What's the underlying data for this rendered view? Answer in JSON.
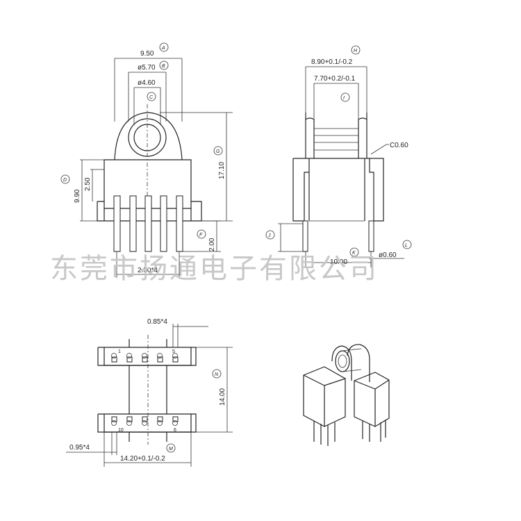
{
  "watermark": "东莞市扬通电子有限公司",
  "front_view": {
    "dims": {
      "width": "9.50",
      "outer_dia": "ø5.70",
      "inner_dia": "ø4.60",
      "height": "17.10",
      "base_height": "9.90",
      "flange_height": "2.50",
      "pin_len": "2.00",
      "pin_pitch": "2.50*4"
    },
    "tags": {
      "a": "A",
      "b": "B",
      "c": "C",
      "d": "D",
      "g": "G",
      "f": "F"
    }
  },
  "side_view": {
    "dims": {
      "outer_width": "8.90+0.1/-0.2",
      "inner_width": "7.70+0.2/-0.1",
      "chamfer": "C0.60",
      "pin_span": "10.00",
      "pin_dia": "ø0.60"
    },
    "tags": {
      "h": "H",
      "i": "I",
      "j": "J",
      "k": "K",
      "l": "L"
    }
  },
  "bottom_view": {
    "dims": {
      "pin_width": "0.85*4",
      "length": "14.00",
      "pin_gap": "0.95*4",
      "width": "14.20+0.1/-0.2"
    },
    "pin_labels": {
      "p1": "1",
      "p5": "5",
      "p10": "10",
      "p6": "6"
    },
    "tags": {
      "n": "N",
      "m": "M"
    }
  }
}
